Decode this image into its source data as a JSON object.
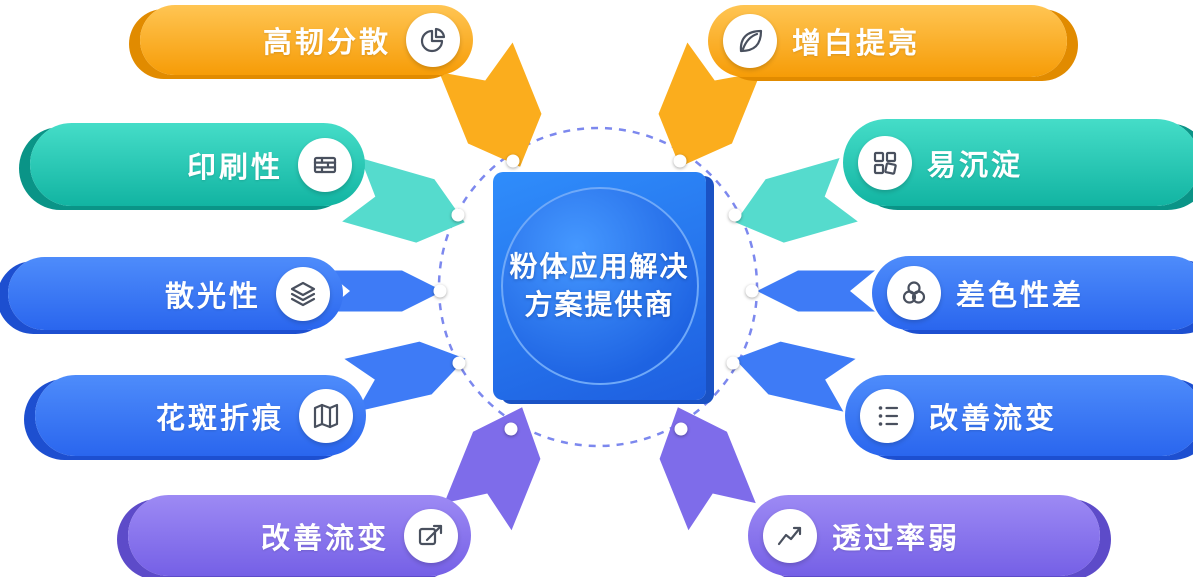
{
  "center": {
    "line1": "粉体应用解决",
    "line2": "方案提供商"
  },
  "left_items": [
    {
      "label": "高韧分散",
      "icon": "pie-chart",
      "color": "orange"
    },
    {
      "label": "印刷性",
      "icon": "printing-plate",
      "color": "teal"
    },
    {
      "label": "散光性",
      "icon": "layers",
      "color": "blue"
    },
    {
      "label": "花斑折痕",
      "icon": "folded-map",
      "color": "blue"
    },
    {
      "label": "改善流变",
      "icon": "trend-arrow",
      "color": "purple"
    }
  ],
  "right_items": [
    {
      "label": "增白提亮",
      "icon": "leaf",
      "color": "orange"
    },
    {
      "label": "易沉淀",
      "icon": "puzzle-blocks",
      "color": "teal"
    },
    {
      "label": "差色性差",
      "icon": "overlapping-circles",
      "color": "blue"
    },
    {
      "label": "改善流变",
      "icon": "dots-list",
      "color": "blue"
    },
    {
      "label": "透过率弱",
      "icon": "line-chart",
      "color": "purple"
    }
  ],
  "colors": {
    "orange": "#F69C07",
    "teal": "#12B4A2",
    "blue": "#2A66EE",
    "purple": "#7560E6",
    "center_blue": "#1E5FE0",
    "dashed_ring": "#7C88EE",
    "icon_glyph": "#49505E"
  }
}
